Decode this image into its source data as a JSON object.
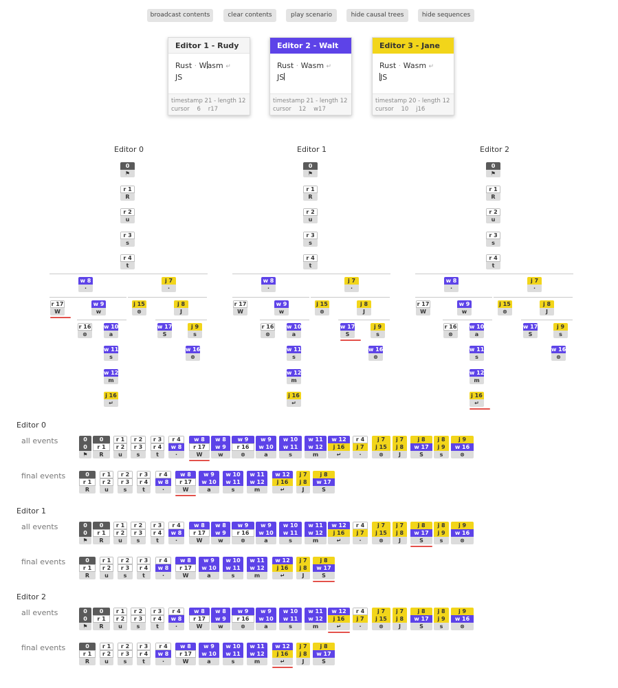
{
  "toolbar": {
    "broadcast": "broadcast contents",
    "clear": "clear contents",
    "play": "play scenario",
    "hide_trees": "hide causal trees",
    "hide_sequences": "hide sequences"
  },
  "colors": {
    "rudy": "#5a5a5a",
    "walt": "#5d43e8",
    "jane": "#f2d51a",
    "highlight": "#e3504a"
  },
  "icons": {
    "flag": "flag-icon",
    "return": "return-icon",
    "delete": "delete-icon",
    "space": "space-dot-icon"
  },
  "editors": [
    {
      "title": "Editor 1 - Rudy",
      "line1_a": "Rust",
      "line1_b": "W",
      "line1_c": "asm",
      "line2": "JS",
      "meta1": "timestamp 21 - length 12",
      "meta2": "cursor    6    r17"
    },
    {
      "title": "Editor 2 - Walt",
      "line1_a": "Rust",
      "line1_b": "Wasm",
      "line1_c": "",
      "line2": "JS",
      "meta1": "timestamp 21 - length 12",
      "meta2": "cursor    12    w17"
    },
    {
      "title": "Editor 3 - Jane",
      "line1_a": "Rust",
      "line1_b": "Wasm",
      "line1_c": "",
      "line2": "JS",
      "meta1": "timestamp 20 - length 12",
      "meta2": "cursor    10    j16"
    }
  ],
  "tree_titles": [
    "Editor 0",
    "Editor 1",
    "Editor 2"
  ],
  "sequences": {
    "editor_labels": [
      "Editor 0",
      "Editor 1",
      "Editor 2"
    ],
    "all_label": "all events",
    "final_label": "final events"
  },
  "glyphs": {
    "flag": "⚑",
    "ret": "↵",
    "del": "⊗",
    "dot": "·"
  },
  "node_labels": {
    "root": "0",
    "r1": "r 1",
    "r2": "r 2",
    "r3": "r 3",
    "r4": "r 4",
    "r16": "r 16",
    "r17": "r 17",
    "w8": "w 8",
    "w9": "w 9",
    "w10": "w 10",
    "w11": "w 11",
    "w12": "w 12",
    "w16": "w 16",
    "w17": "w 17",
    "j7": "j 7",
    "j8": "j 8",
    "j9": "j 9",
    "j15": "j 15",
    "j16": "j 16"
  },
  "node_chars": {
    "r1": "R",
    "r2": "u",
    "r3": "s",
    "r4": "t",
    "r16": "⊗",
    "r17": "W",
    "w8": "·",
    "w9": "w",
    "w10": "a",
    "w11": "s",
    "w12": "m",
    "w16": "⊗",
    "w17": "S",
    "j7": "·",
    "j8": "J",
    "j9": "s",
    "j15": "⊗",
    "j16": "↵"
  }
}
